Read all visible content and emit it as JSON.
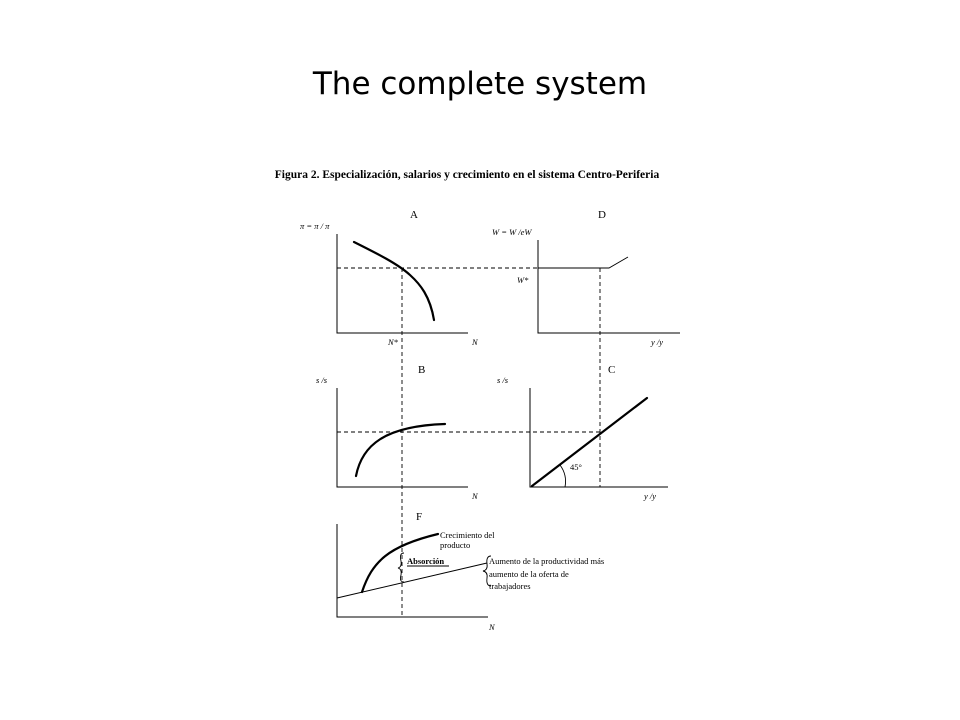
{
  "slide": {
    "title": "The complete system"
  },
  "figure": {
    "caption": "Figura 2. Especialización, salarios y crecimiento en el sistema Centro-Periferia",
    "panel_a": {
      "letter": "A",
      "y_label": "π = π / π",
      "x_label": "N",
      "x_mark": "N*"
    },
    "panel_d": {
      "letter": "D",
      "y_label": "W = W /eW",
      "y_mark": "W*",
      "x_label": "y /y"
    },
    "panel_b": {
      "letter": "B",
      "y_label": "s /s",
      "x_label": "N"
    },
    "panel_c": {
      "letter": "C",
      "y_label": "s /s",
      "x_label": "y /y",
      "angle": "45°"
    },
    "panel_f": {
      "letter": "F",
      "x_label": "N",
      "growth_label_1": "Crecimiento del",
      "growth_label_2": "producto",
      "absorption": "Absorción",
      "supply_label_1": "Aumento de la productividad más",
      "supply_label_2": "aumento de la oferta de",
      "supply_label_3": "trabajadores"
    }
  }
}
